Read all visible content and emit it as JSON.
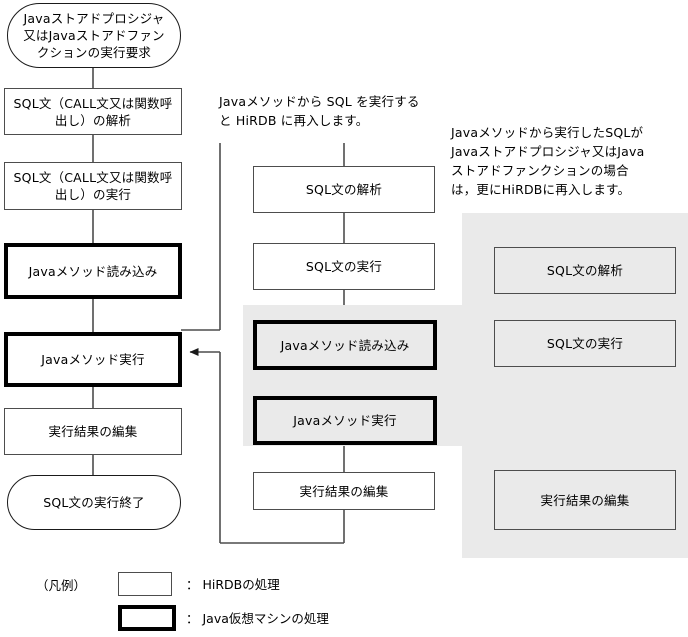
{
  "diagram": {
    "title_text_present": false,
    "colors": {
      "band_gray": "#eaeaea",
      "thin_border": "#4d4d4d",
      "thick_border": "#000000",
      "line": "#4d4d4d",
      "text": "#000000",
      "background": "#ffffff"
    }
  },
  "left_column": {
    "start": {
      "label": "Javaストアドプロシジャ\n又はJavaストアドファン\nクションの実行要求",
      "shape": "terminator"
    },
    "steps": [
      {
        "label": "SQL文（CALL文又は関数呼\n出し）の解析",
        "kind": "hirdb"
      },
      {
        "label": "SQL文（CALL文又は関数呼\n出し）の実行",
        "kind": "hirdb"
      },
      {
        "label": "Javaメソッド読み込み",
        "kind": "jvm"
      },
      {
        "label": "Javaメソッド実行",
        "kind": "jvm"
      },
      {
        "label": "実行結果の編集",
        "kind": "hirdb"
      }
    ],
    "end": {
      "label": "SQL文の実行終了",
      "shape": "terminator"
    }
  },
  "middle_column": {
    "note": "Javaメソッドから SQL を実行する\nと HiRDB に再入します。",
    "steps": [
      {
        "label": "SQL文の解析",
        "kind": "hirdb"
      },
      {
        "label": "SQL文の実行",
        "kind": "hirdb"
      },
      {
        "label": "Javaメソッド読み込み",
        "kind": "jvm"
      },
      {
        "label": "Javaメソッド実行",
        "kind": "jvm"
      },
      {
        "label": "実行結果の編集",
        "kind": "hirdb"
      }
    ]
  },
  "right_column": {
    "note": "Javaメソッドから実行したSQLが\nJavaストアドプロシジャ又はJava\nストアドファンクションの場合\nは，更にHiRDBに再入します。",
    "steps": [
      {
        "label": "SQL文の解析",
        "kind": "hirdb"
      },
      {
        "label": "SQL文の実行",
        "kind": "hirdb"
      },
      {
        "label": "実行結果の編集",
        "kind": "hirdb"
      }
    ],
    "has_dashed_continuation": true
  },
  "legend": {
    "caption": "（凡例）",
    "entries": [
      {
        "style": "thin",
        "text": "： HiRDBの処理"
      },
      {
        "style": "thick",
        "text": "： Java仮想マシンの処理"
      }
    ]
  }
}
